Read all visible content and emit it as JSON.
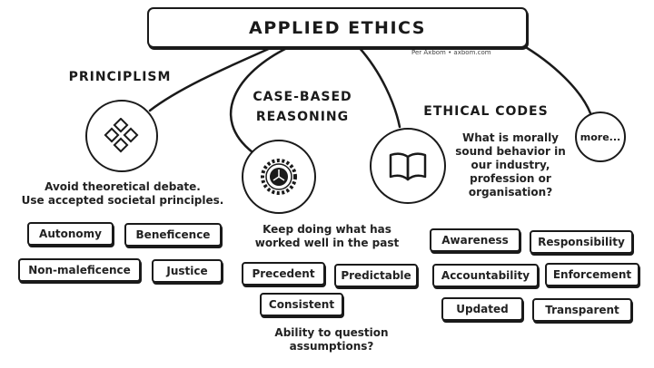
{
  "title": "APPLIED ETHICS",
  "credit": "Per Axbom • axbom.com",
  "branches": {
    "principlism": {
      "heading": "PRINCIPLISM",
      "icon": "diamond-cluster-icon",
      "description_line1": "Avoid theoretical debate.",
      "description_line2": "Use accepted societal principles.",
      "tags": [
        "Autonomy",
        "Beneficence",
        "Non-maleficence",
        "Justice"
      ]
    },
    "case_based": {
      "heading_line1": "CASE-BASED",
      "heading_line2": "REASONING",
      "icon": "gear-wheel-icon",
      "description_line1": "Keep doing what has",
      "description_line2": "worked well in the past",
      "tags": [
        "Precedent",
        "Predictable",
        "Consistent"
      ],
      "note_line1": "Ability to question",
      "note_line2": "assumptions?"
    },
    "ethical_codes": {
      "heading": "ETHICAL CODES",
      "icon": "open-book-icon",
      "question_lines": [
        "What is morally",
        "sound behavior in",
        "our industry,",
        "profession or",
        "organisation?"
      ],
      "tags": [
        "Awareness",
        "Responsibility",
        "Accountability",
        "Enforcement",
        "Updated",
        "Transparent"
      ]
    },
    "more": {
      "label": "more..."
    }
  }
}
